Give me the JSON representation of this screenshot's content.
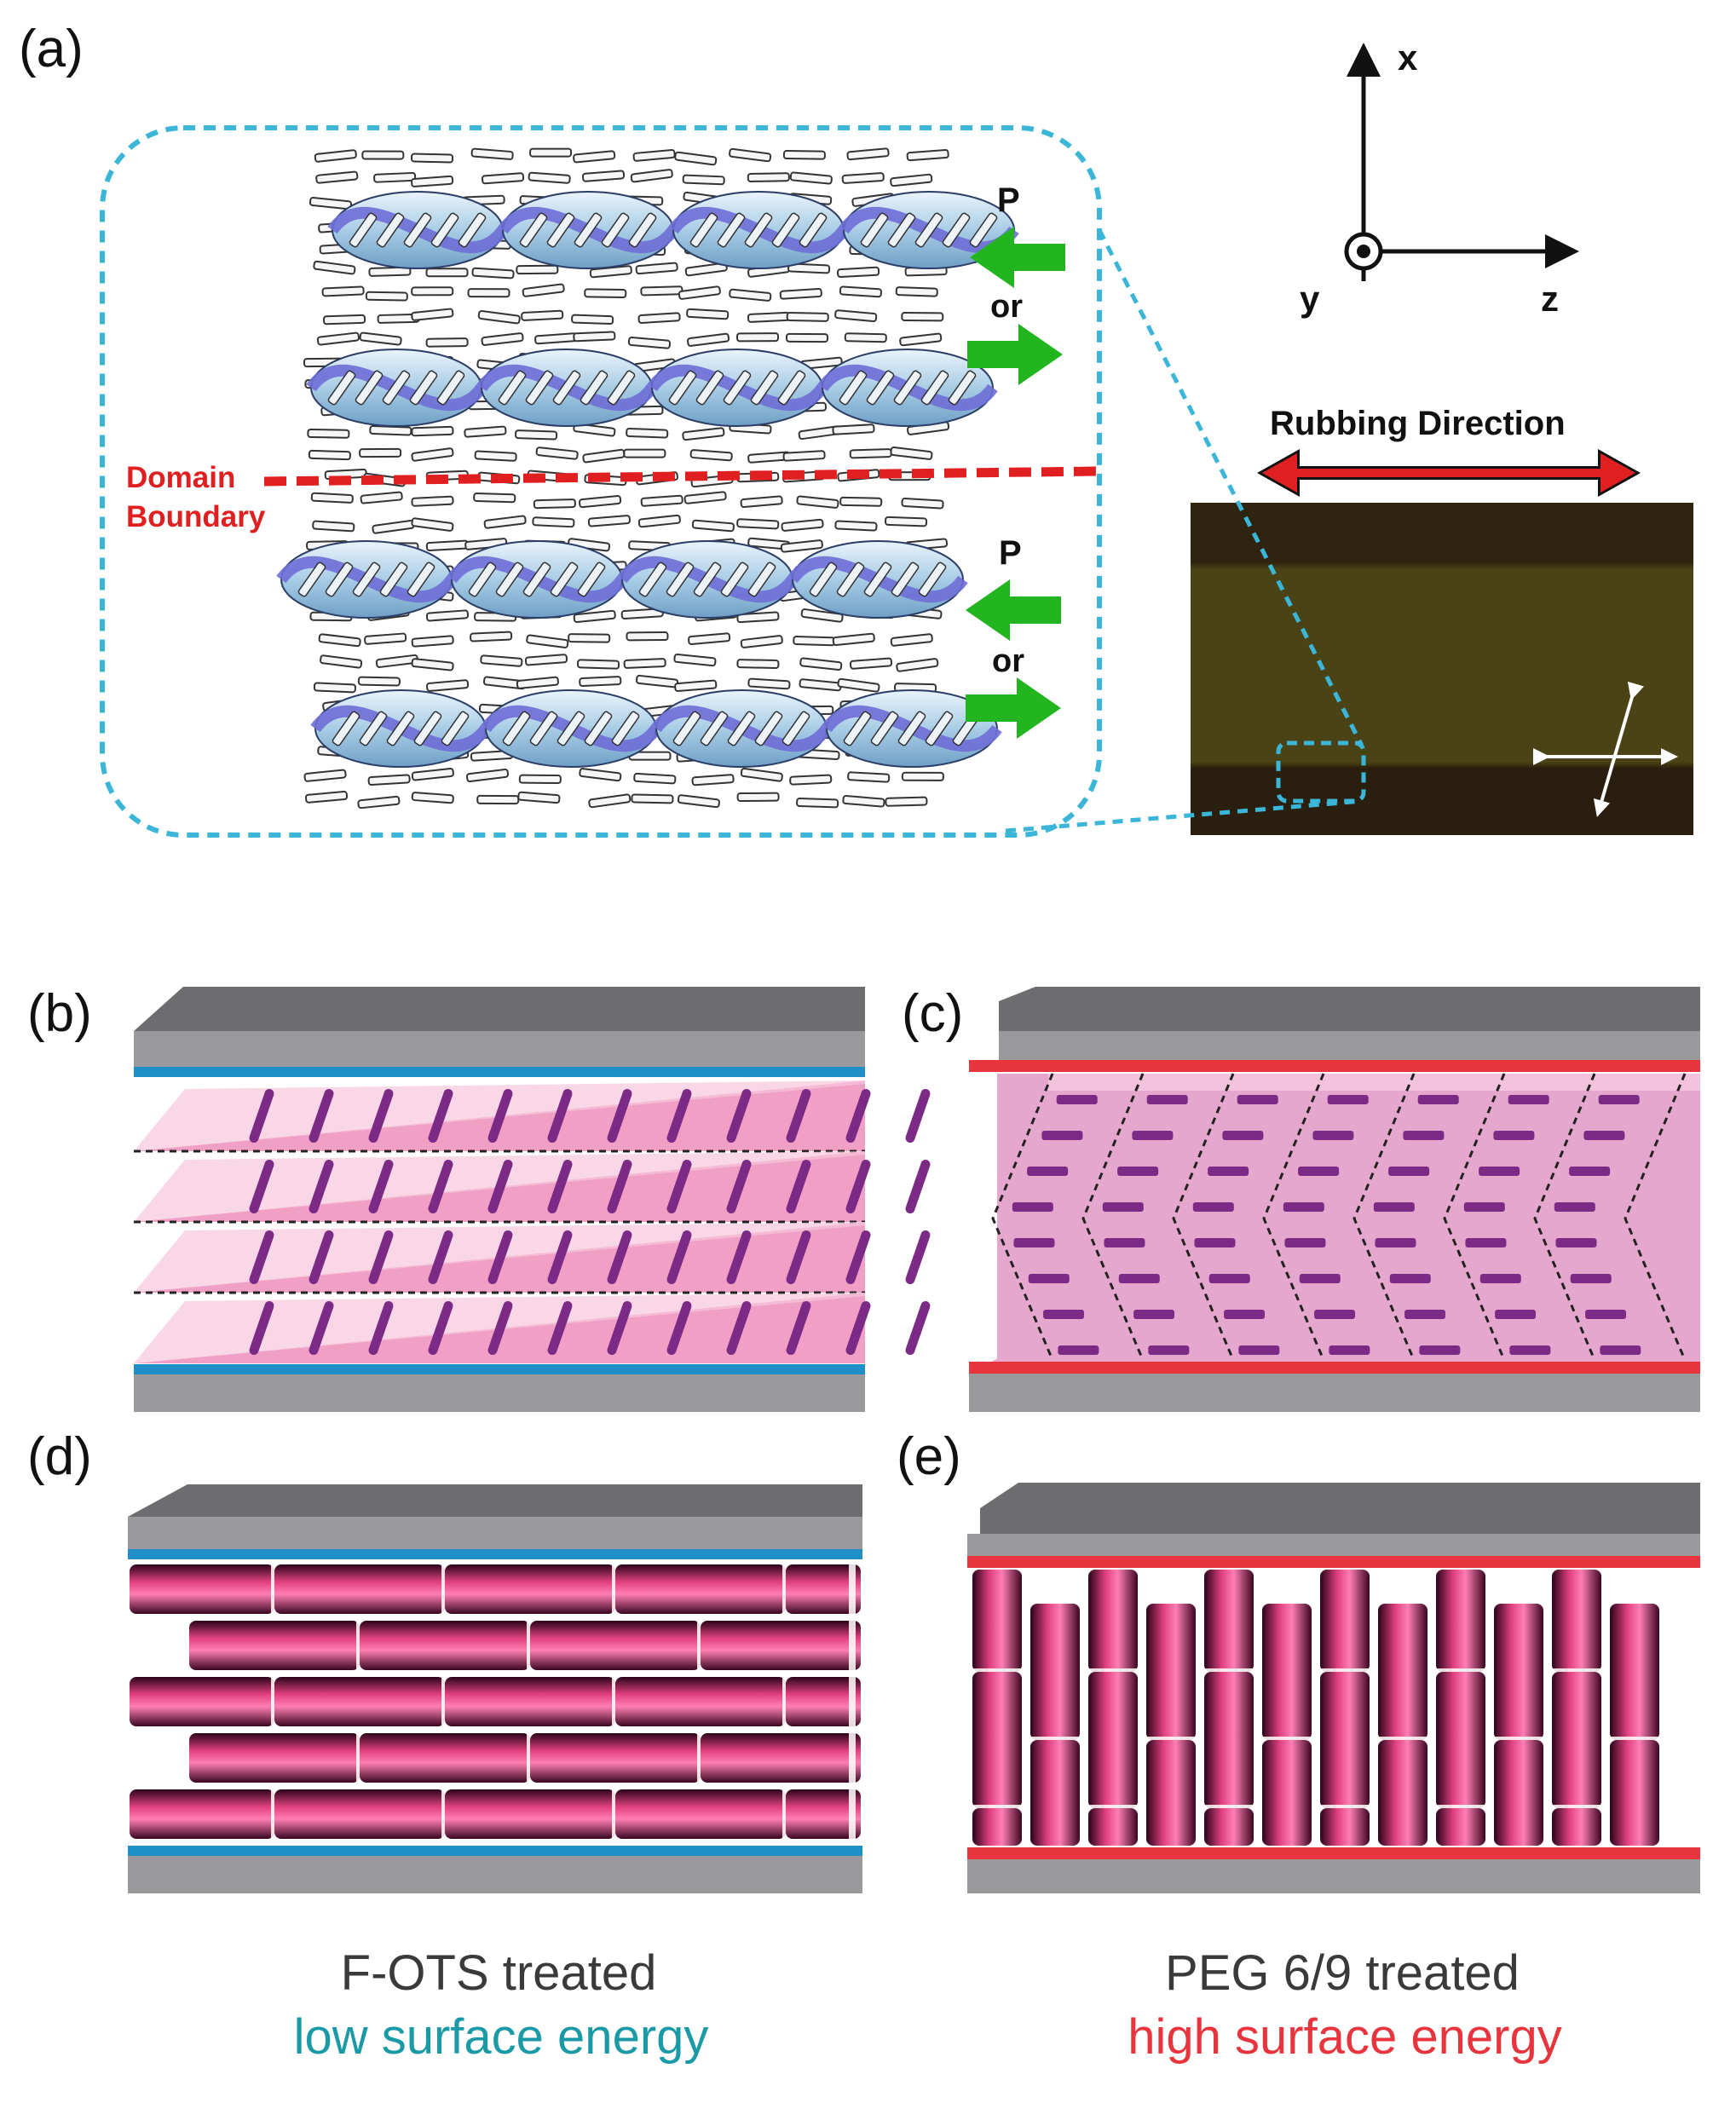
{
  "panels": {
    "a": {
      "label": "(a)",
      "axes": {
        "x": "x",
        "y": "y",
        "z": "z"
      },
      "polarization": "P",
      "or_text": "or",
      "domain_boundary": [
        "Domain",
        "Boundary"
      ],
      "rubbing_direction": "Rubbing Direction"
    },
    "b": {
      "label": "(b)"
    },
    "c": {
      "label": "(c)"
    },
    "d": {
      "label": "(d)"
    },
    "e": {
      "label": "(e)"
    }
  },
  "captions": {
    "left": {
      "line1": "F-OTS treated",
      "line2": "low surface energy"
    },
    "right": {
      "line1": "PEG 6/9 treated",
      "line2": "high surface energy"
    }
  },
  "colors": {
    "low_energy": "#1f8fc8",
    "high_energy": "#e8343c",
    "domain_boundary": "#e02020",
    "polarization_arrow": "#22b520",
    "zoom_outline": "#3bb6d8",
    "lc_pink": "#f4a7c9",
    "molecule": "#7b2a86",
    "glass": "#8e8e90"
  }
}
